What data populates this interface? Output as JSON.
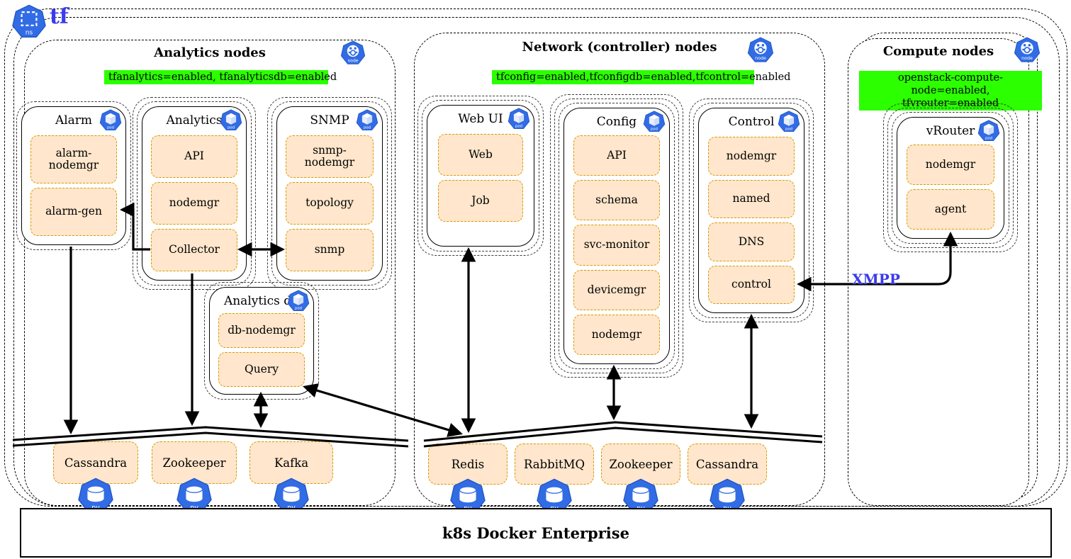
{
  "namespace": {
    "name": "tf"
  },
  "icons": {
    "ns": "ns",
    "node": "node",
    "pod": "pod",
    "pv": "pv"
  },
  "groups": [
    {
      "title": "Analytics nodes",
      "selector": "tfanalytics=enabled, tfanalyticsdb=enabled"
    },
    {
      "title": "Network (controller) nodes",
      "selector": "tfconfig=enabled,tfconfigdb=enabled,tfcontrol=enabled"
    },
    {
      "title": "Compute nodes",
      "selector": "openstack-compute-node=enabled, tfvrouter=enabled"
    }
  ],
  "pods": [
    {
      "title": "Alarm",
      "containers": [
        "alarm-nodemgr",
        "alarm-gen"
      ]
    },
    {
      "title": "Analytics",
      "containers": [
        "API",
        "nodemgr",
        "Collector"
      ]
    },
    {
      "title": "SNMP",
      "containers": [
        "snmp-nodemgr",
        "topology",
        "snmp"
      ]
    },
    {
      "title": "Analytics db",
      "containers": [
        "db-nodemgr",
        "Query"
      ]
    },
    {
      "title": "Web UI",
      "containers": [
        "Web",
        "Job"
      ]
    },
    {
      "title": "Config",
      "containers": [
        "API",
        "schema",
        "svc-monitor",
        "devicemgr",
        "nodemgr"
      ]
    },
    {
      "title": "Control",
      "containers": [
        "nodemgr",
        "named",
        "DNS",
        "control"
      ]
    },
    {
      "title": "vRouter",
      "containers": [
        "nodemgr",
        "agent"
      ]
    }
  ],
  "storage": {
    "analytics": [
      "Cassandra",
      "Zookeeper",
      "Kafka"
    ],
    "network": [
      "Redis",
      "RabbitMQ",
      "Zookeeper",
      "Cassandra"
    ]
  },
  "connections": {
    "xmpp_label": "XMPP"
  },
  "platform": {
    "label": "k8s Docker Enterprise"
  },
  "colors": {
    "icon_blue": "#326CE5",
    "label_green": "#2bff00",
    "accent_blue": "#3b3bee",
    "container_fill": "#FFE6CC",
    "container_border": "#D79B00"
  }
}
